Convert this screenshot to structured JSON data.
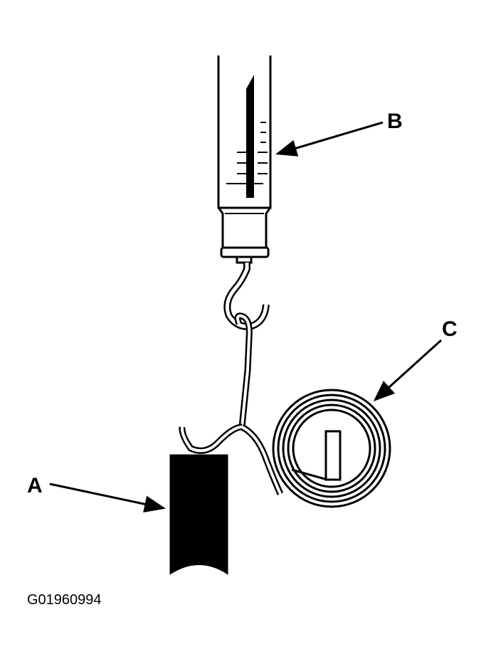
{
  "labels": {
    "a": "A",
    "b": "B",
    "c": "C"
  },
  "figure_id": "G01960994",
  "colors": {
    "ink": "#000000",
    "paper": "#ffffff"
  }
}
